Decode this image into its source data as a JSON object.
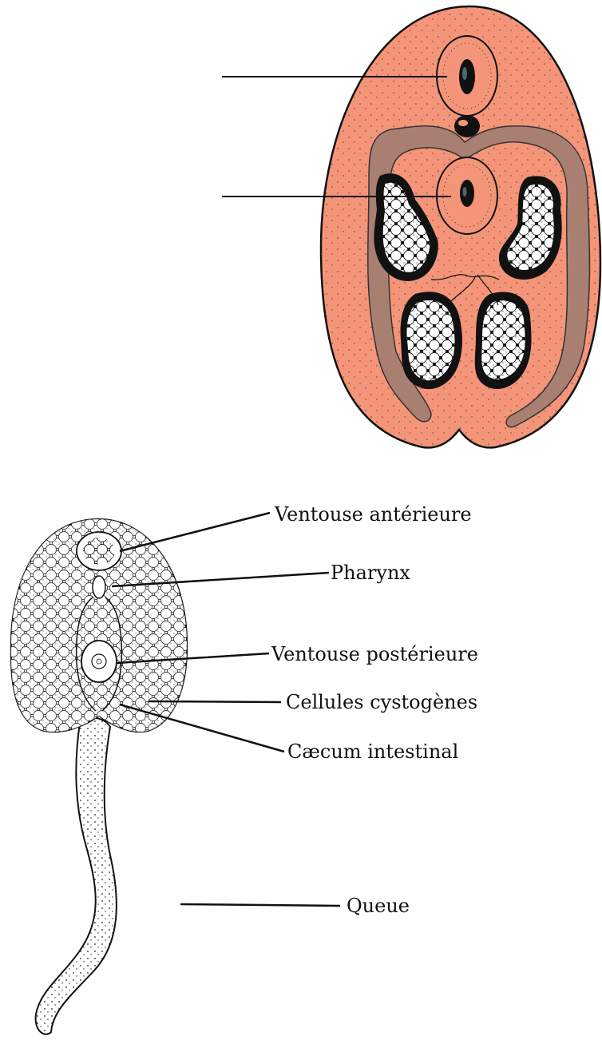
{
  "labels": {
    "ventouse_anterieure": "Ventouse antérieure",
    "pharynx": "Pharynx",
    "ventouse_posterieure": "Ventouse postérieure",
    "cellules_cystogenes": "Cellules cystogènes",
    "caecum_intestinal": "Cæcum intestinal",
    "queue": "Queue"
  },
  "colors": {
    "body_fill": "#f4957a",
    "caeca_fill": "#a97f72",
    "ink": "#111111",
    "paper": "#ffffff"
  }
}
